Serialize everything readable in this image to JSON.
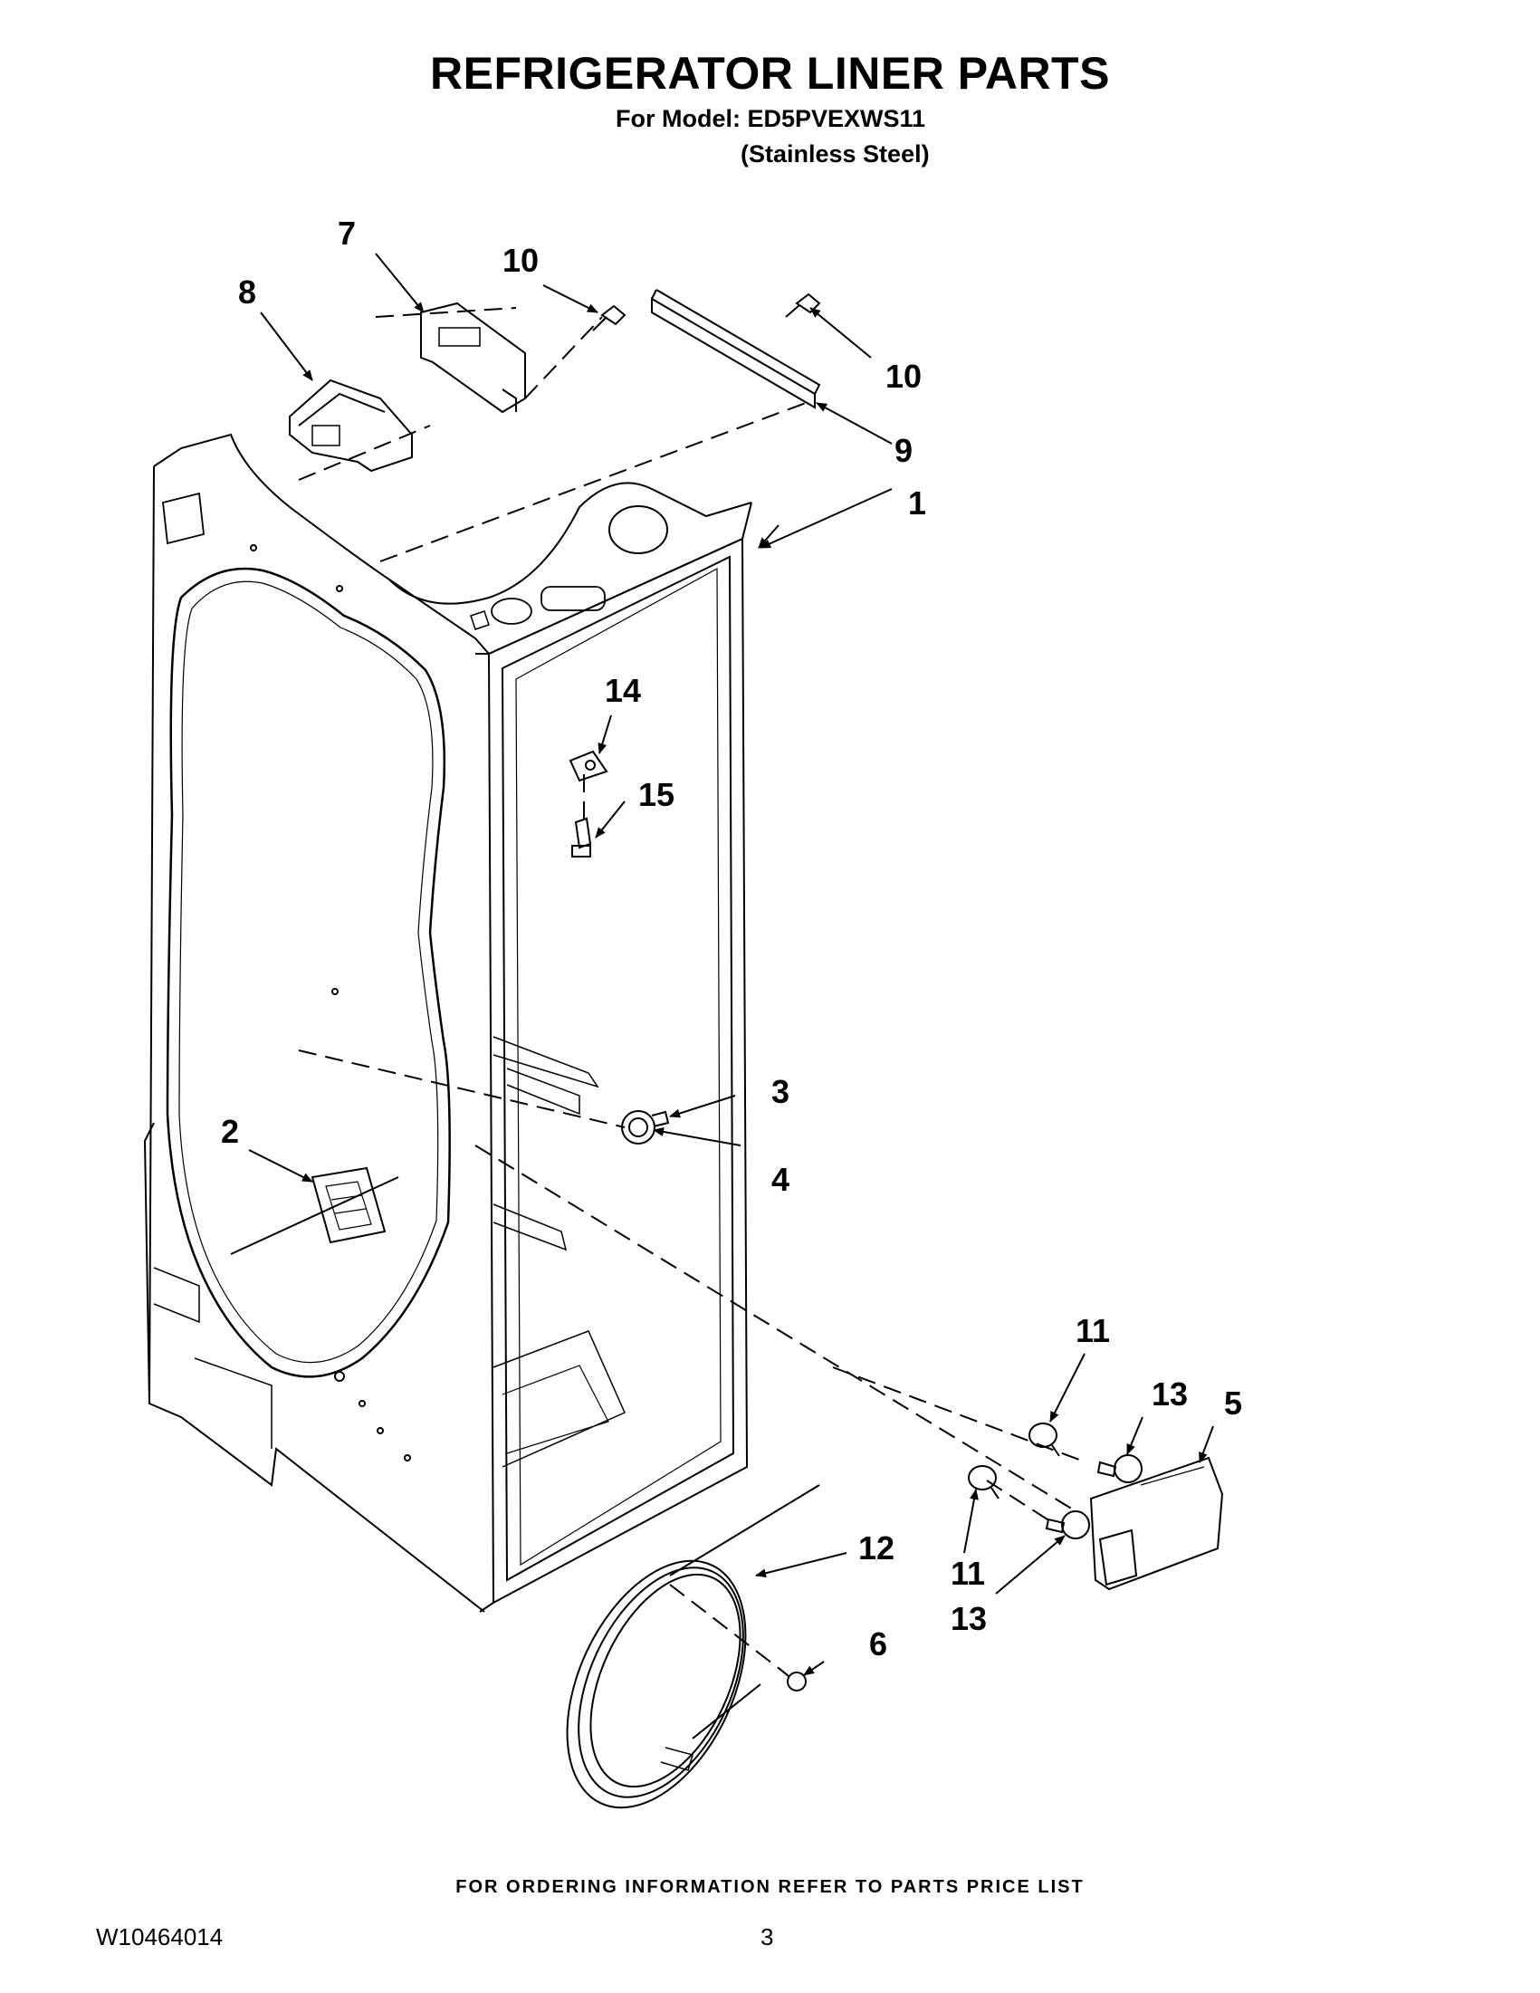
{
  "header": {
    "title": "REFRIGERATOR LINER PARTS",
    "model_line": "For Model: ED5PVEXWS11",
    "variant": "(Stainless Steel)"
  },
  "callouts": {
    "c1": "1",
    "c2": "2",
    "c3": "3",
    "c4": "4",
    "c5": "5",
    "c6": "6",
    "c7": "7",
    "c8": "8",
    "c9": "9",
    "c10a": "10",
    "c10b": "10",
    "c11a": "11",
    "c11b": "11",
    "c12": "12",
    "c13a": "13",
    "c13b": "13",
    "c14": "14",
    "c15": "15"
  },
  "footer": {
    "ordering_note": "FOR ORDERING INFORMATION REFER TO PARTS PRICE LIST",
    "doc_number": "W10464014",
    "page_number": "3"
  }
}
